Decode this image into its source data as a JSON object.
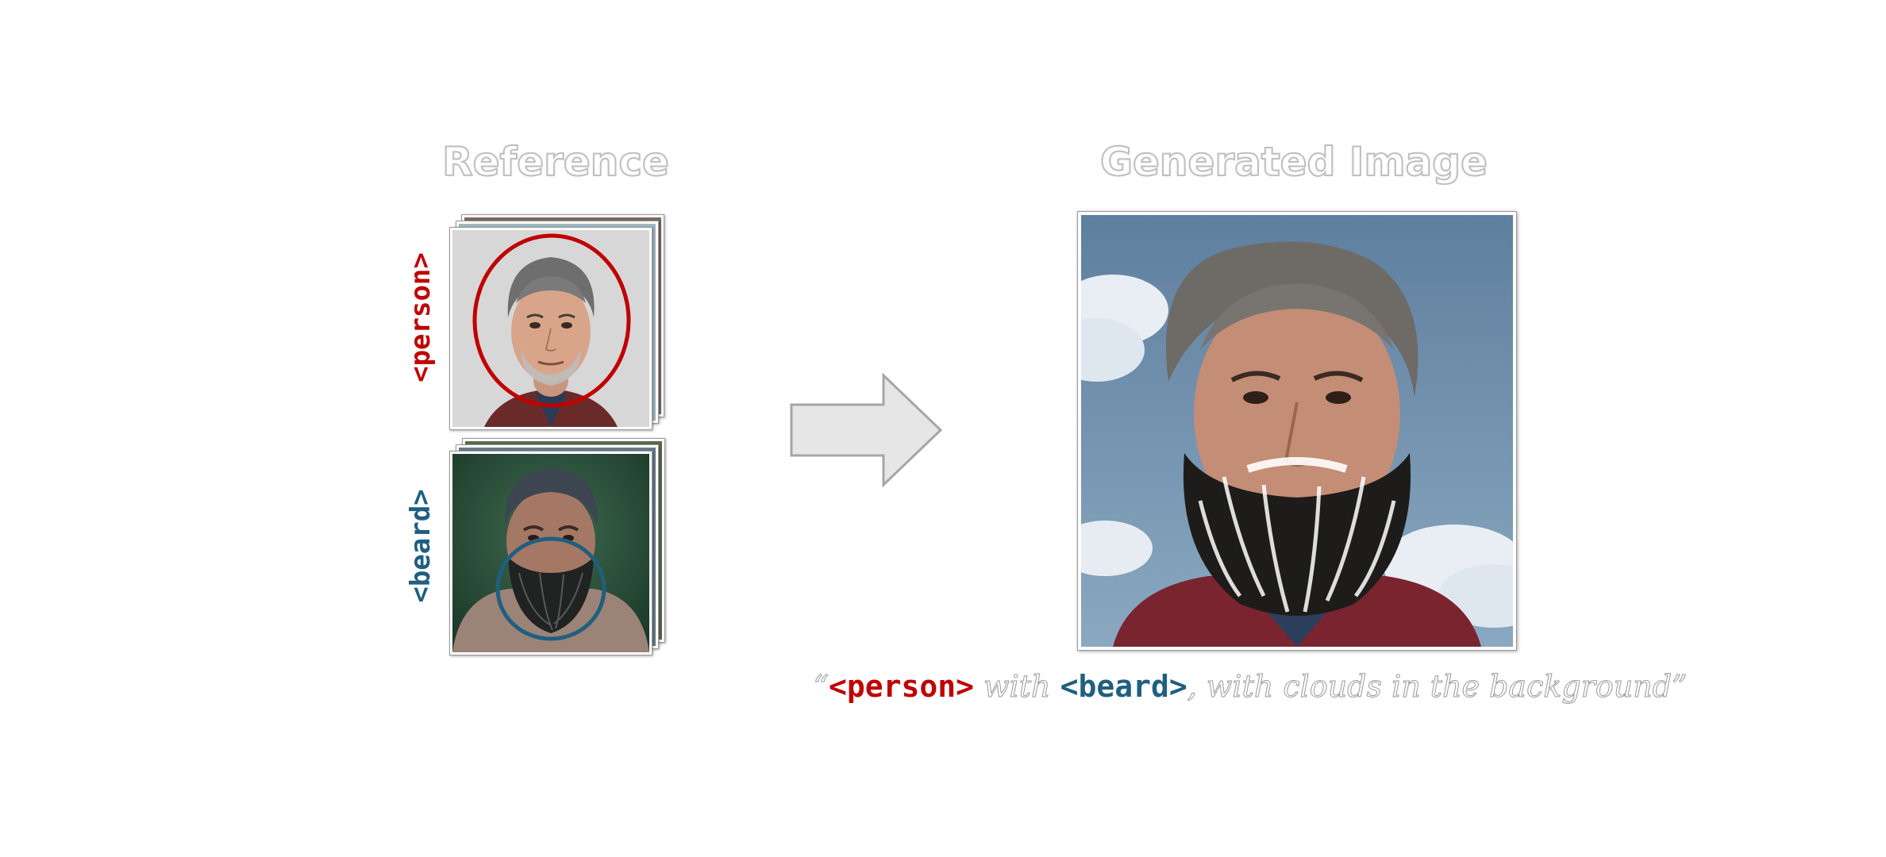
{
  "headings": {
    "reference": "Reference",
    "generated": "Generated Image"
  },
  "tokens": {
    "person": "<person>",
    "beard": "<beard>"
  },
  "caption": {
    "open_quote": "“",
    "token1": "<person>",
    "mid1": " with ",
    "token2": "<beard>",
    "tail": ", with clouds in the background”"
  },
  "colors": {
    "person": "#c00000",
    "beard": "#1f5f80",
    "arrow_fill": "#e6e6e6",
    "arrow_stroke": "#a6a6a6"
  }
}
